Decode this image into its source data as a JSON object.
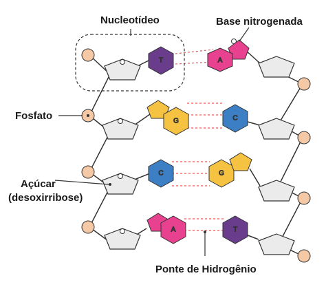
{
  "labels": {
    "nucleotide": "Nucleotídeo",
    "nitrogenous_base": "Base nitrogenada",
    "phosphate": "Fosfato",
    "sugar_line1": "Açúcar",
    "sugar_line2": "(desoxirribose)",
    "hydrogen_bond": "Ponte de Hidrogênio"
  },
  "pairs": [
    {
      "left": "T",
      "right": "A"
    },
    {
      "left": "G",
      "right": "C"
    },
    {
      "left": "C",
      "right": "G"
    },
    {
      "left": "A",
      "right": "T"
    }
  ],
  "colors": {
    "T": "#6a3d8c",
    "A": "#e8418f",
    "G": "#f5c242",
    "C": "#3c7fc4",
    "sugar": "#ebebeb",
    "phosphate": "#f6c9a6",
    "hydrogen_bond": "#e55a5a"
  }
}
